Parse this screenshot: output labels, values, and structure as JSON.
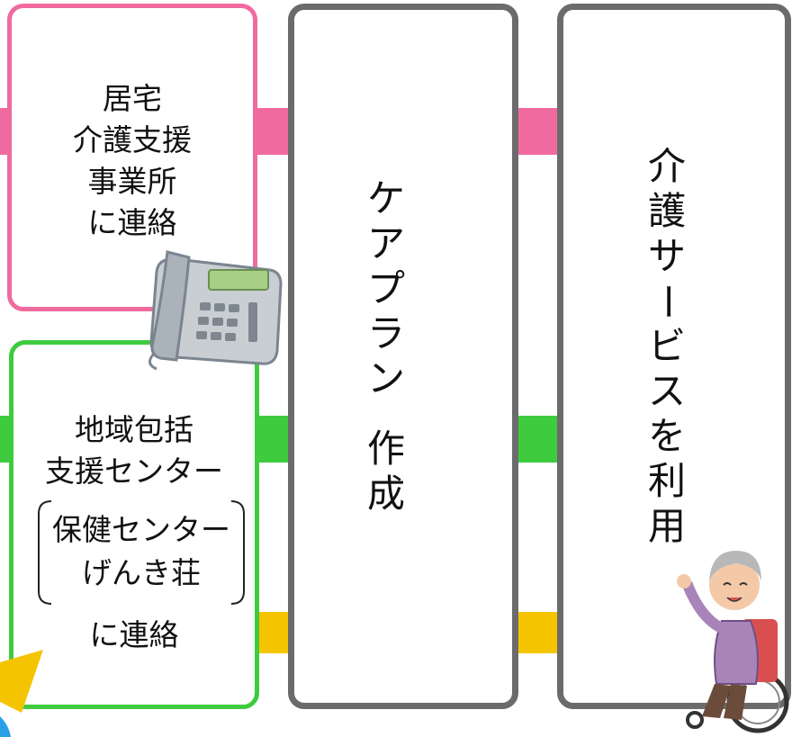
{
  "step1": {
    "lines": [
      "居宅",
      "介護支援",
      "事業所",
      "に連絡"
    ]
  },
  "step2": {
    "top_lines": [
      "地域包括",
      "支援センター"
    ],
    "bracket_lines": [
      "保健センター",
      "げんき荘"
    ],
    "bottom": "に連絡"
  },
  "center": {
    "chars": [
      "ケ",
      "ア",
      "プ",
      "ラ",
      "ン",
      "作",
      "成"
    ]
  },
  "right": {
    "chars": [
      "介",
      "護",
      "サ",
      "ー",
      "ビ",
      "ス",
      "を",
      "利",
      "用"
    ]
  },
  "colors": {
    "pink": "#f06aa0",
    "green": "#3ecb3e",
    "yellow": "#f5c400",
    "gray": "#6b6b6b",
    "blue": "#2aa0e6"
  },
  "icons": [
    "telephone-icon",
    "wheelchair-elderly-icon"
  ]
}
